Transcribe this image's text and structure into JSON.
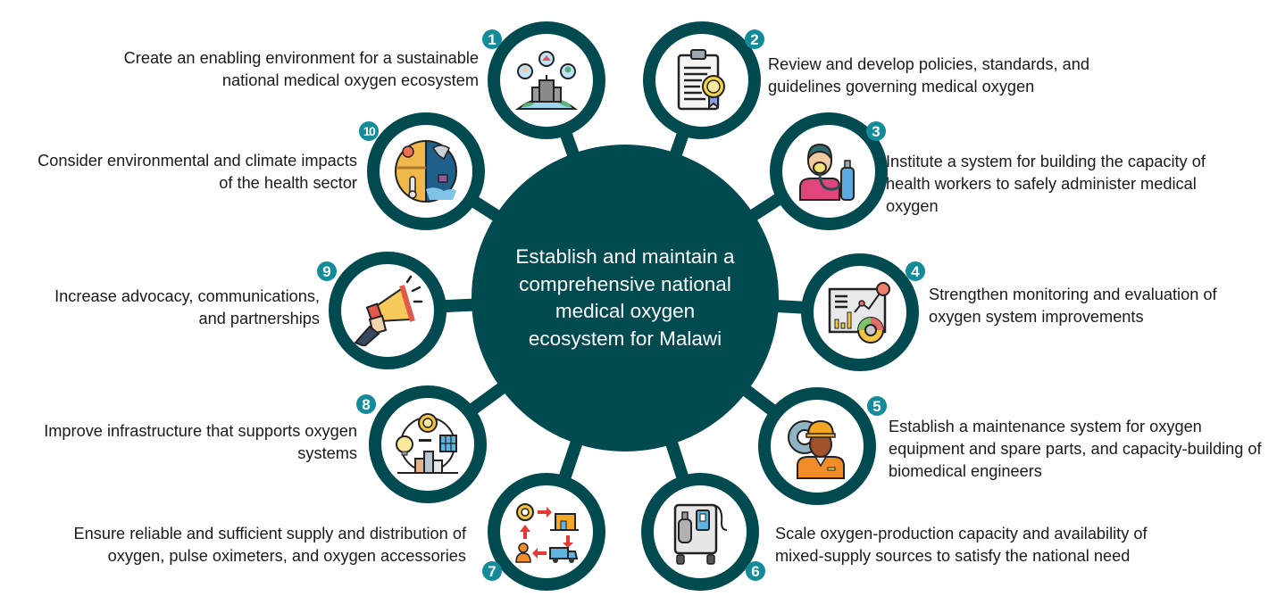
{
  "colors": {
    "hub": "#004a50",
    "ring": "#004a50",
    "badge": "#138b99",
    "text": "#1a1a1a",
    "hub_text": "#ffffff",
    "background": "#ffffff"
  },
  "hub": {
    "title": "Establish and maintain a comprehensive national medical oxygen ecosystem for Malawi"
  },
  "nodes": [
    {
      "number": "1",
      "icon": "city-globe-icon",
      "text": "Create an enabling environment for a sustainable national medical oxygen ecosystem"
    },
    {
      "number": "2",
      "icon": "clipboard-certificate-icon",
      "text": "Review and develop policies, standards, and guidelines governing medical oxygen"
    },
    {
      "number": "3",
      "icon": "patient-oxygen-mask-icon",
      "text": "Institute a system for building the capacity of health workers to safely administer medical oxygen"
    },
    {
      "number": "4",
      "icon": "dashboard-analytics-icon",
      "text": "Strengthen monitoring and evaluation of oxygen system improvements"
    },
    {
      "number": "5",
      "icon": "engineer-gear-icon",
      "text": "Establish a maintenance system for oxygen equipment and spare parts, and capacity-building of biomedical engineers"
    },
    {
      "number": "6",
      "icon": "oxygen-concentrator-icon",
      "text": "Scale oxygen-production capacity and availability of mixed-supply sources to satisfy the national need"
    },
    {
      "number": "7",
      "icon": "supply-chain-icon",
      "text": "Ensure reliable and sufficient supply and distribution of oxygen, pulse oximeters, and oxygen accessories"
    },
    {
      "number": "8",
      "icon": "energy-infrastructure-icon",
      "text": "Improve infrastructure that supports oxygen systems"
    },
    {
      "number": "9",
      "icon": "megaphone-icon",
      "text": "Increase advocacy, communications, and partnerships"
    },
    {
      "number": "10",
      "icon": "climate-globe-icon",
      "text": "Consider environmental and climate impacts of the health sector"
    }
  ]
}
